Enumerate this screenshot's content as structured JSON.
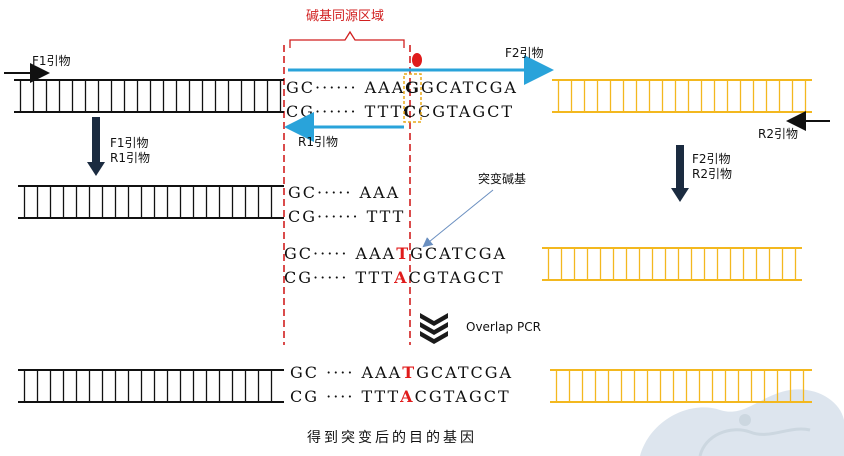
{
  "colors": {
    "black_dna": "#111111",
    "yellow_dna": "#f3b81f",
    "arrow_blue": "#29a3da",
    "primer_arrow_dark": "#1b2b40",
    "mutation_red": "#e01b1b",
    "region_red": "#d11f1f",
    "box_orange": "#e8a91a"
  },
  "homology_region_label": "碱基同源区域",
  "primers": {
    "f1": "F1引物",
    "f2": "F2引物",
    "r1": "R1引物",
    "r2": "R2引物",
    "step1_f1": "F1引物",
    "step1_r1": "R1引物",
    "step2_f2": "F2引物",
    "step2_r2": "R2引物"
  },
  "mutation_label": "突变碱基",
  "overlap_label": "Overlap PCR",
  "final_caption": "得到突变后的目的基因",
  "sequences": {
    "top1": "GC······ AAA",
    "top1_mut": "G",
    "top1_tail": "GCATCGA",
    "bot1": "CG······ TTT",
    "bot1_mut": "C",
    "bot1_tail": "CGTAGCT",
    "left_top": "GC····· AAA",
    "left_bot": "CG······ TTT",
    "right_top_head": "GC····· AAA",
    "right_top_mut": "T",
    "right_top_tail": "GCATCGA",
    "right_bot_head": "CG····· TTT",
    "right_bot_mut": "A",
    "right_bot_tail": "CGTAGCT",
    "final_top_head": "GC ···· AAA",
    "final_top_mut": "T",
    "final_top_tail": "GCATCGA",
    "final_bot_head": "CG ···· TTT",
    "final_bot_mut": "A",
    "final_bot_tail": "CGTAGCT"
  }
}
